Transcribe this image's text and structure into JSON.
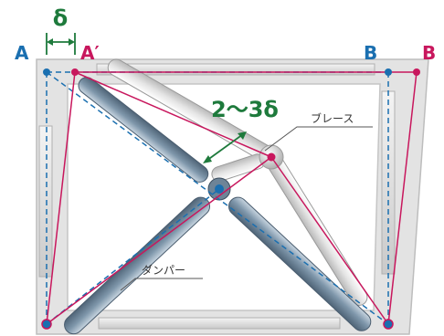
{
  "labels": {
    "delta": "δ",
    "A": "A",
    "A_prime": "A′",
    "B": "B",
    "B_prime": "B",
    "displacement": "2〜3δ",
    "brace": "ブレース",
    "damper": "ダンパー"
  },
  "colors": {
    "original_frame": "#1a6fb0",
    "deformed_frame": "#c8175d",
    "annotation_green": "#1e7a3c",
    "brace_fill": "#e7e7e7",
    "damper_fill": "#8fa6b9",
    "frame_fill": "#dedede"
  }
}
